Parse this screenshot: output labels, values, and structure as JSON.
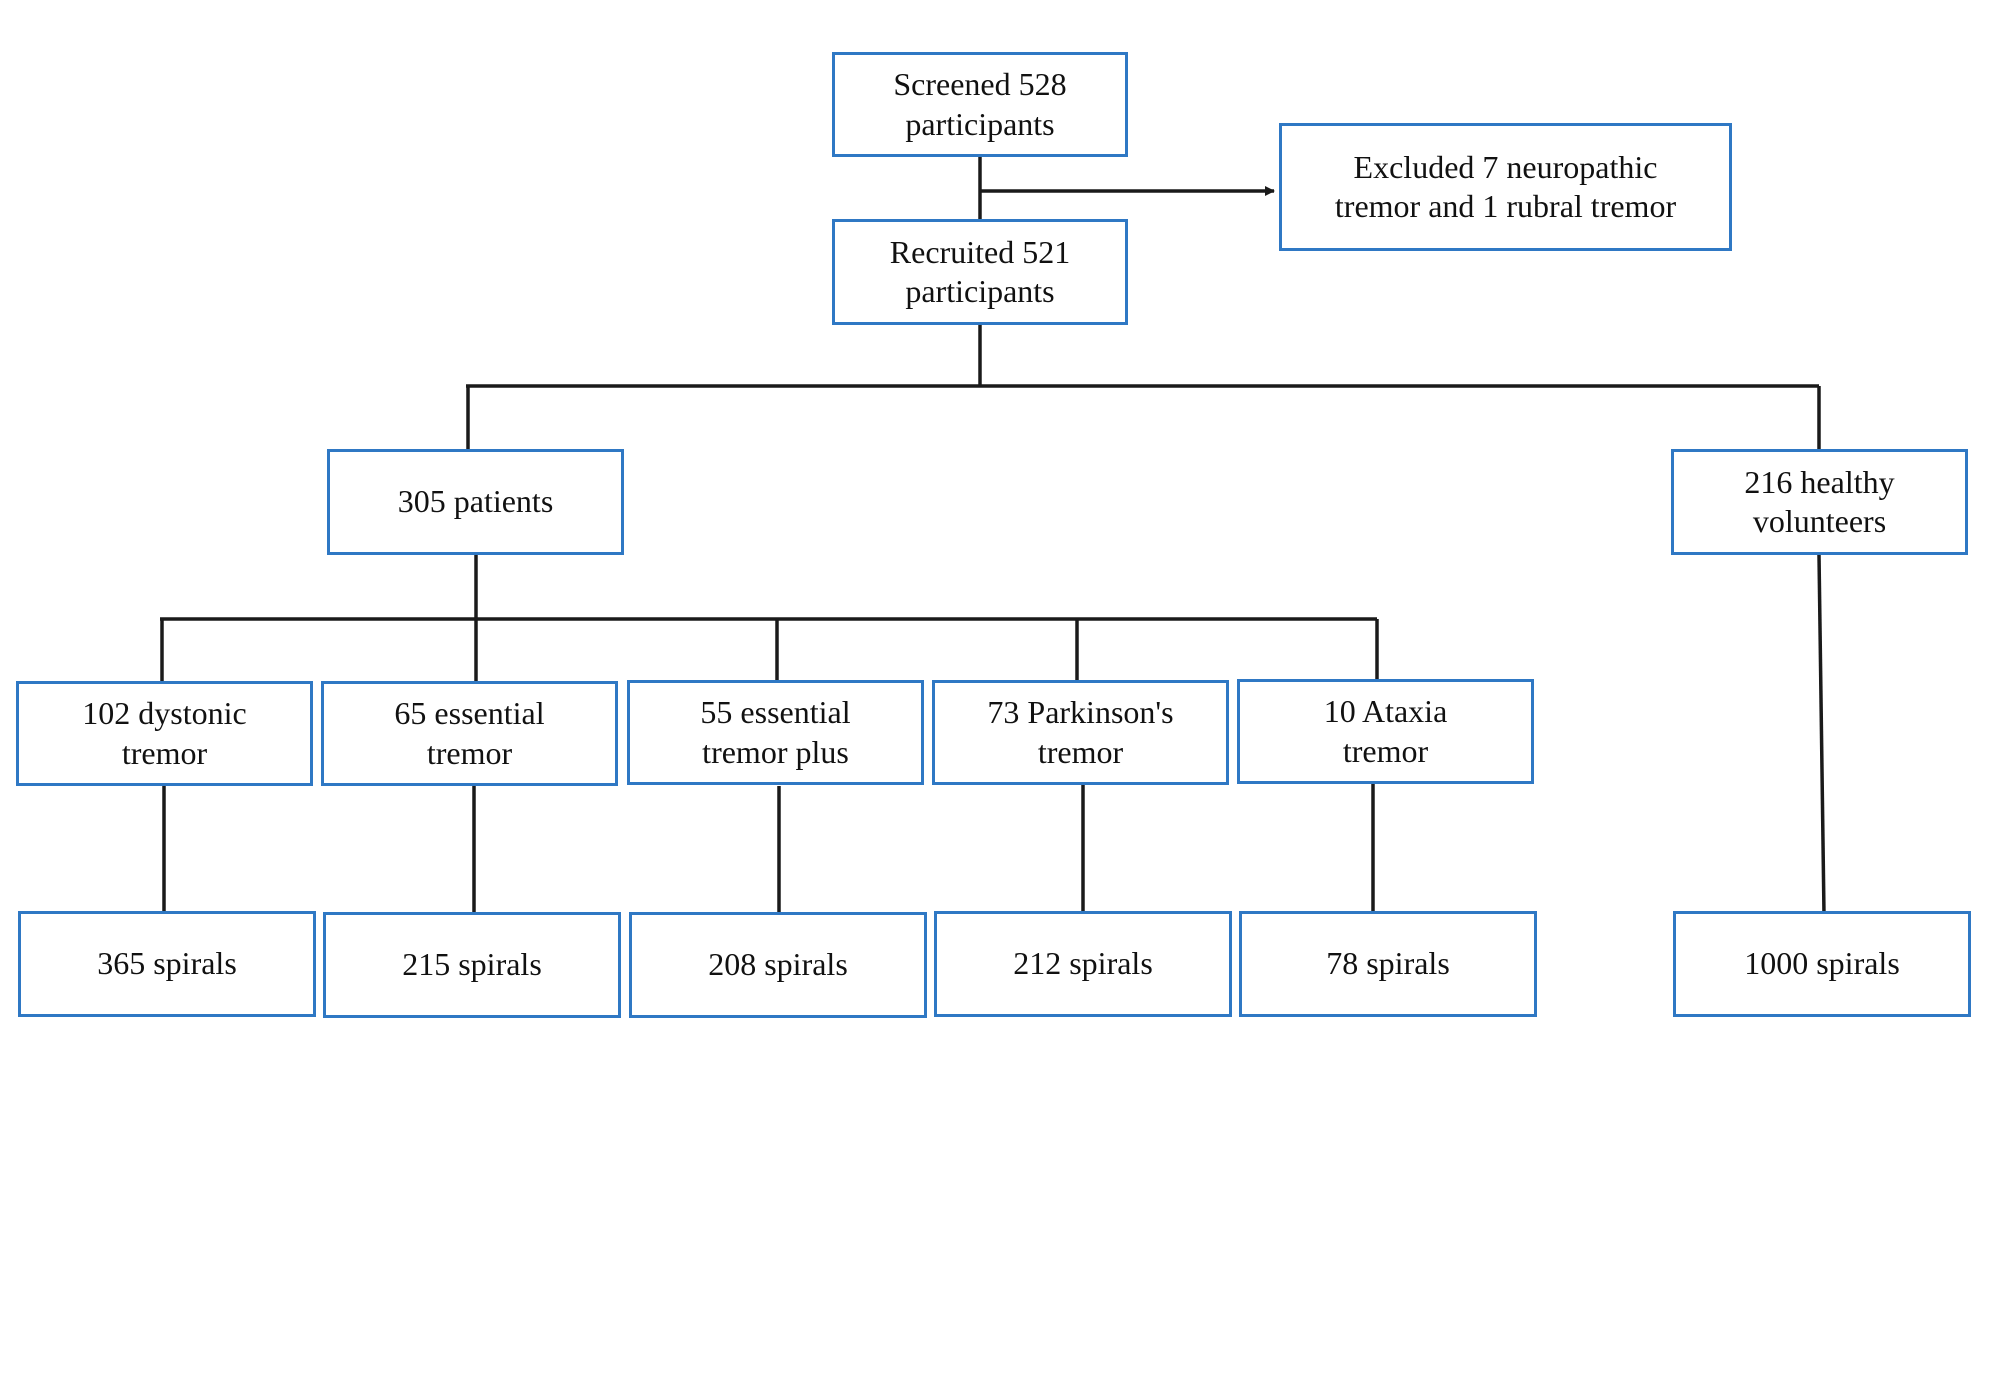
{
  "colors": {
    "box_border": "#2f78c4",
    "line": "#1a1a1a"
  },
  "nodes": {
    "screened": "Screened 528\nparticipants",
    "excluded": "Excluded 7 neuropathic\ntremor and 1 rubral tremor",
    "recruited": "Recruited 521\nparticipants",
    "patients": "305 patients",
    "healthy": "216 healthy\nvolunteers",
    "dystonic": "102 dystonic\ntremor",
    "essential": "65 essential\ntremor",
    "essential_plus": "55 essential\ntremor plus",
    "parkinsons": "73 Parkinson's\ntremor",
    "ataxia": "10 Ataxia\ntremor",
    "spirals_dystonic": "365 spirals",
    "spirals_essential": "215 spirals",
    "spirals_essential_plus": "208 spirals",
    "spirals_parkinsons": "212 spirals",
    "spirals_ataxia": "78 spirals",
    "spirals_healthy": "1000 spirals"
  }
}
